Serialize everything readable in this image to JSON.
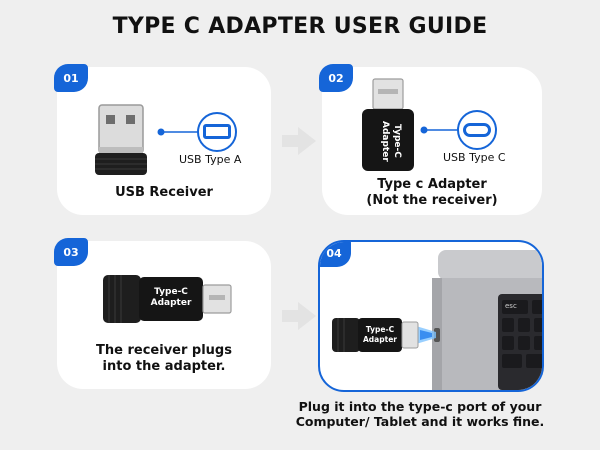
{
  "title": "TYPE C ADAPTER USER GUIDE",
  "steps": [
    {
      "number": "01",
      "caption": "USB Receiver",
      "callout": "USB Type A"
    },
    {
      "number": "02",
      "caption_line1": "Type c Adapter",
      "caption_line2": "(Not the receiver)",
      "callout": "USB Type C",
      "adapter_text_line1": "Type-C",
      "adapter_text_line2": "Adapter"
    },
    {
      "number": "03",
      "caption_line1": "The receiver plugs",
      "caption_line2": "into the adapter.",
      "adapter_text_line1": "Type-C",
      "adapter_text_line2": "Adapter"
    },
    {
      "number": "04",
      "caption_line1": "Plug it into the type-c port of your",
      "caption_line2": "Computer/ Tablet and it works fine.",
      "adapter_text_line1": "Type-C",
      "adapter_text_line2": "Adapter",
      "key_esc": "esc"
    }
  ],
  "colors": {
    "accent": "#1565d8",
    "background": "#efefef",
    "card": "#ffffff",
    "arrow": "#e3e3e3"
  }
}
